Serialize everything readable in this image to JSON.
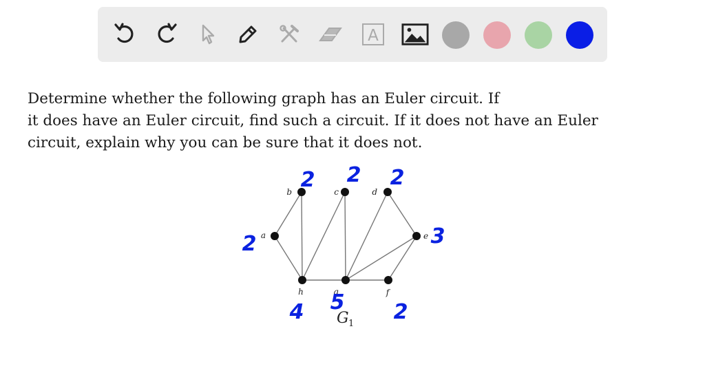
{
  "toolbar": {
    "tools": [
      {
        "name": "undo-icon"
      },
      {
        "name": "redo-icon"
      },
      {
        "name": "pointer-icon"
      },
      {
        "name": "pen-icon"
      },
      {
        "name": "tools-icon"
      },
      {
        "name": "eraser-icon"
      },
      {
        "name": "text-icon",
        "glyph": "A"
      },
      {
        "name": "image-icon"
      }
    ],
    "colors": [
      "#a8a8a8",
      "#e8a5ad",
      "#a9d4a4",
      "#0a1ee6"
    ]
  },
  "problem": {
    "line1": "Determine whether the following graph has an Euler circuit.  If",
    "line2": "it does have an Euler circuit, find such a circuit.  If it does not have an Euler",
    "line3": "circuit, explain why you can be sure that it does not."
  },
  "graph": {
    "title": "G",
    "title_sub": "1",
    "vertices": {
      "a": "a",
      "b": "b",
      "c": "c",
      "d": "d",
      "e": "e",
      "f": "f",
      "g": "g",
      "h": "h"
    },
    "edges": [
      [
        "a",
        "b"
      ],
      [
        "a",
        "h"
      ],
      [
        "b",
        "h"
      ],
      [
        "c",
        "h"
      ],
      [
        "c",
        "g"
      ],
      [
        "d",
        "g"
      ],
      [
        "d",
        "e"
      ],
      [
        "e",
        "g"
      ],
      [
        "e",
        "f"
      ],
      [
        "h",
        "g"
      ],
      [
        "g",
        "f"
      ]
    ],
    "degree_annotations": {
      "a": "2",
      "b": "2",
      "c": "2",
      "d": "2",
      "e": "3",
      "f": "2",
      "g": "5",
      "h": "4"
    }
  }
}
